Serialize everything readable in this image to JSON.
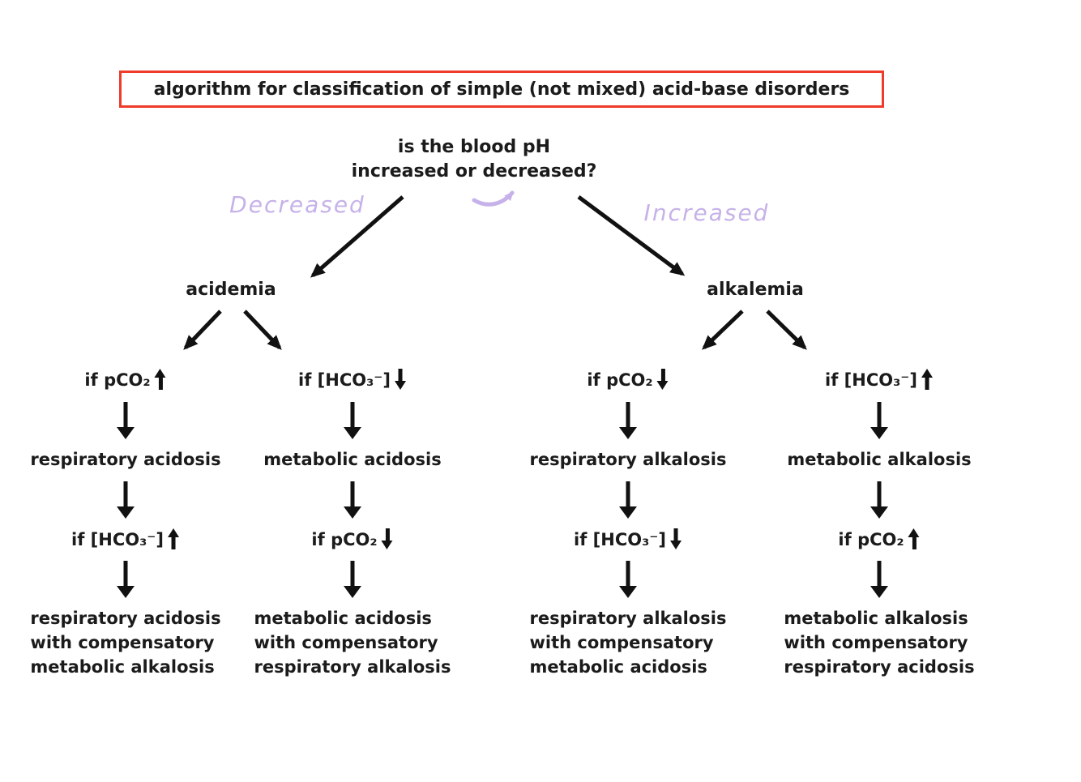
{
  "title": "algorithm for classification of simple (not mixed) acid-base disorders",
  "question": {
    "line1": "is the blood pH",
    "line2": "increased or decreased?"
  },
  "annotations": {
    "left_label": "Decreased",
    "right_label": "Increased",
    "ink_color": "#c6b2e9"
  },
  "colors": {
    "title_border": "#ee3b2a",
    "text": "#1b1b1b",
    "arrow": "#111111"
  },
  "branches": [
    {
      "label": "acidemia",
      "columns": [
        {
          "condition1": "if pCO₂",
          "condition1_arrow": "up",
          "result1": "respiratory acidosis",
          "condition2": "if [HCO₃⁻]",
          "condition2_arrow": "up",
          "final_line1": "respiratory acidosis",
          "final_line2": "with compensatory",
          "final_line3": "metabolic alkalosis"
        },
        {
          "condition1": "if [HCO₃⁻]",
          "condition1_arrow": "down",
          "result1": "metabolic acidosis",
          "condition2": "if pCO₂",
          "condition2_arrow": "down",
          "final_line1": "metabolic acidosis",
          "final_line2": "with compensatory",
          "final_line3": "respiratory alkalosis"
        }
      ]
    },
    {
      "label": "alkalemia",
      "columns": [
        {
          "condition1": "if pCO₂",
          "condition1_arrow": "down",
          "result1": "respiratory alkalosis",
          "condition2": "if [HCO₃⁻]",
          "condition2_arrow": "down",
          "final_line1": "respiratory alkalosis",
          "final_line2": "with compensatory",
          "final_line3": "metabolic acidosis"
        },
        {
          "condition1": "if [HCO₃⁻]",
          "condition1_arrow": "up",
          "result1": "metabolic alkalosis",
          "condition2": "if pCO₂",
          "condition2_arrow": "up",
          "final_line1": "metabolic alkalosis",
          "final_line2": "with compensatory",
          "final_line3": "respiratory acidosis"
        }
      ]
    }
  ]
}
